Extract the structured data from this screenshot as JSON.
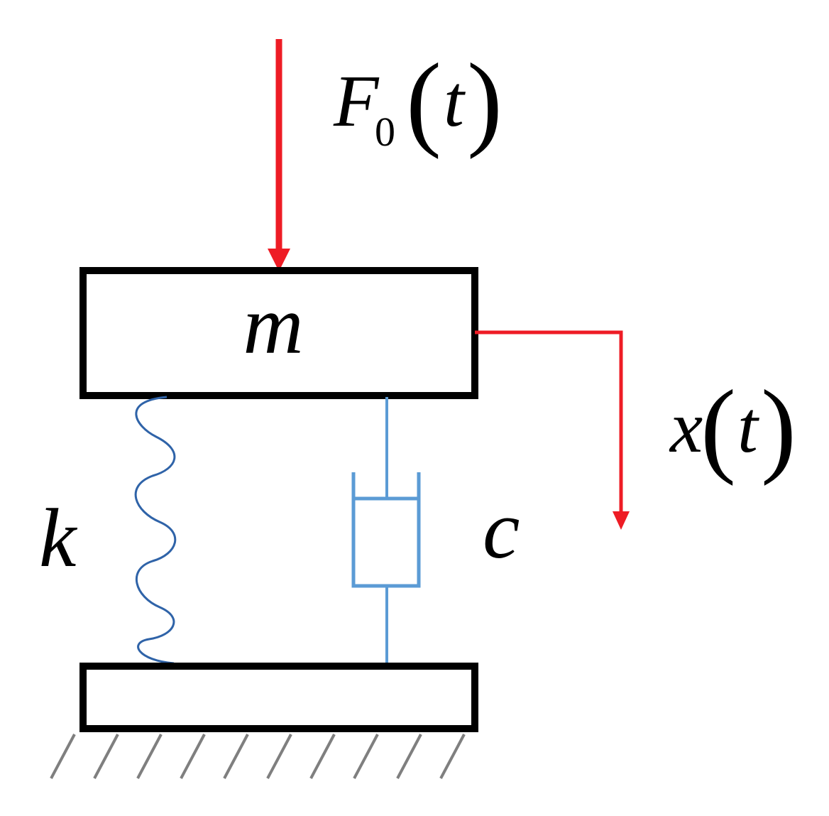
{
  "labels": {
    "force_symbol": "F",
    "force_subscript": "0",
    "force_argument": "t",
    "mass": "m",
    "displacement_symbol": "x",
    "displacement_argument": "t",
    "stiffness": "k",
    "damping": "c",
    "open_paren": "(",
    "close_paren": ")"
  },
  "colors": {
    "force_arrow": "#ee1c25",
    "displacement_arrow": "#ee1c25",
    "spring": "#2f63a8",
    "damper": "#5b9bd5",
    "block_outline": "#000000",
    "ground_hatch": "#7f7f7f"
  }
}
